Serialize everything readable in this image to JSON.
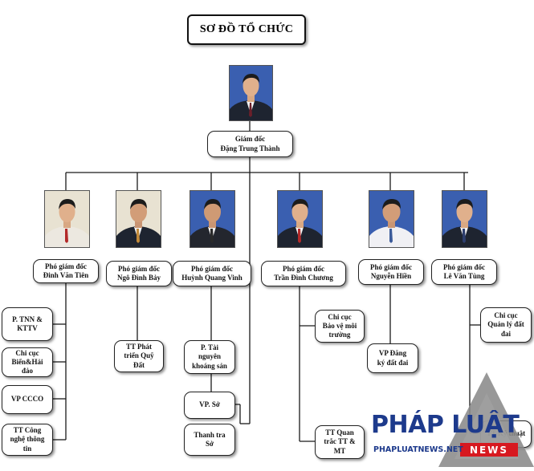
{
  "title": "SƠ ĐỒ TỔ CHỨC",
  "director": {
    "line1": "Giám đốc",
    "line2": "Đặng Trung Thành"
  },
  "deputies": [
    {
      "text": "Phó giám đốc\nĐinh Văn Tiên"
    },
    {
      "text": "Phó giám đốc\nNgô Đình Bảy"
    },
    {
      "text": "Phó giám đốc\nHuỳnh Quang Vinh"
    },
    {
      "text": "Phó giám đốc\nTrần Đình Chương"
    },
    {
      "text": "Phó giám đốc\nNguyễn Hiền"
    },
    {
      "text": "Phó giám đốc\nLê Văn Tùng"
    }
  ],
  "units": [
    {
      "text": "P. TNN &\nKTTV"
    },
    {
      "text": "Chi cục\nBiển&Hải\nđảo"
    },
    {
      "text": "VP CCCO"
    },
    {
      "text": "TT Công\nnghệ thông\ntin"
    },
    {
      "text": "TT Phát\ntriển Quỹ\nĐất"
    },
    {
      "text": "P. Tài\nnguyên\nkhoáng sản"
    },
    {
      "text": "VP. Sở"
    },
    {
      "text": "Thanh tra\nSở"
    },
    {
      "text": "Chi cục\nBảo vệ môi\ntrường"
    },
    {
      "text": "TT Quan\ntrắc TT &\nMT"
    },
    {
      "text": "VP Đăng\nký đất đai"
    },
    {
      "text": "Chi cục\nQuản lý đất\nđai"
    },
    {
      "text": "TT Kỹ thuật"
    }
  ],
  "watermark": {
    "name": "PHÁP LUẬT",
    "badge": "NEWS",
    "url": "PHAPLUATNEWS.NET"
  },
  "colors": {
    "line": "#1a1a1a",
    "photo_blue_bg": "#3a5fb0",
    "photo_light_bg": "#e8e2d2",
    "logo_blue": "#1d3a8c",
    "logo_red": "#d71920",
    "logo_triangle": "#8a8a8a"
  }
}
